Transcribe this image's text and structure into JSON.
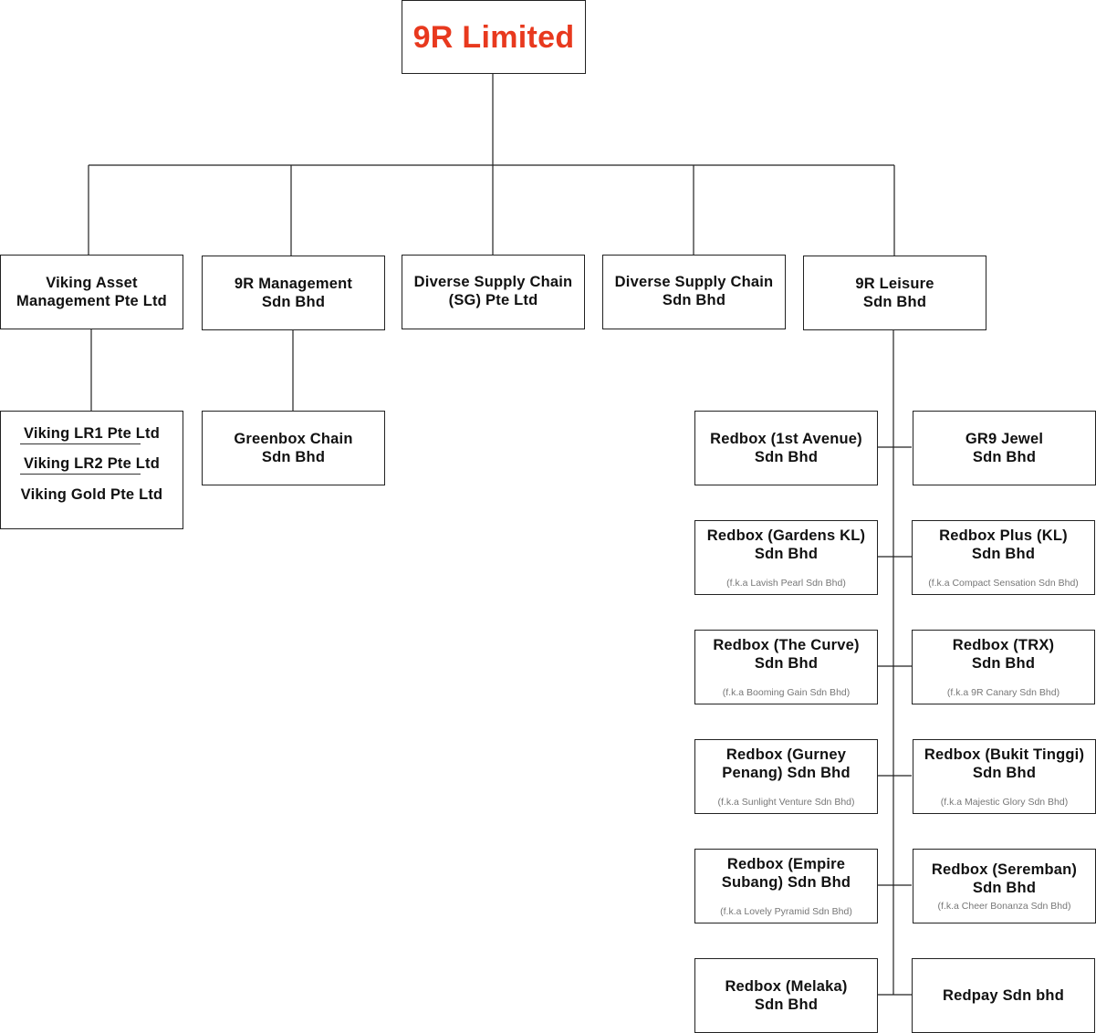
{
  "root": {
    "name": "9R Limited",
    "color": "#e8391e"
  },
  "level1": [
    {
      "line1": "Viking Asset",
      "line2": "Management Pte Ltd"
    },
    {
      "line1": "9R Management",
      "line2": "Sdn Bhd"
    },
    {
      "line1": "Diverse Supply Chain",
      "line2": "(SG) Pte Ltd"
    },
    {
      "line1": "Diverse Supply Chain",
      "line2": "Sdn Bhd"
    },
    {
      "line1": "9R Leisure",
      "line2": "Sdn Bhd"
    }
  ],
  "viking_subsidiaries": [
    "Viking LR1 Pte Ltd",
    "Viking LR2 Pte Ltd",
    "Viking Gold Pte Ltd"
  ],
  "greenbox": {
    "line1": "Greenbox Chain",
    "line2": "Sdn Bhd"
  },
  "leisure_left": [
    {
      "line1": "Redbox (1st Avenue)",
      "line2": "Sdn Bhd",
      "fka": ""
    },
    {
      "line1": "Redbox (Gardens KL)",
      "line2": "Sdn Bhd",
      "fka": "(f.k.a Lavish Pearl Sdn Bhd)"
    },
    {
      "line1": "Redbox (The Curve)",
      "line2": "Sdn Bhd",
      "fka": "(f.k.a Booming Gain Sdn Bhd)"
    },
    {
      "line1": "Redbox (Gurney",
      "line2": "Penang) Sdn Bhd",
      "fka": "(f.k.a Sunlight Venture Sdn Bhd)"
    },
    {
      "line1": "Redbox (Empire",
      "line2": "Subang) Sdn Bhd",
      "fka": "(f.k.a Lovely Pyramid Sdn Bhd)"
    },
    {
      "line1": "Redbox (Melaka)",
      "line2": "Sdn Bhd",
      "fka": ""
    }
  ],
  "leisure_right": [
    {
      "line1": "GR9 Jewel",
      "line2": "Sdn Bhd",
      "fka": ""
    },
    {
      "line1": "Redbox Plus (KL)",
      "line2": "Sdn Bhd",
      "fka": "(f.k.a Compact Sensation Sdn Bhd)"
    },
    {
      "line1": "Redbox (TRX)",
      "line2": "Sdn Bhd",
      "fka": "(f.k.a 9R Canary Sdn Bhd)"
    },
    {
      "line1": "Redbox (Bukit Tinggi)",
      "line2": "Sdn Bhd",
      "fka": "(f.k.a Majestic Glory Sdn Bhd)"
    },
    {
      "line1": "Redbox (Seremban)",
      "line2": "Sdn Bhd",
      "fka": "(f.k.a Cheer Bonanza Sdn Bhd)"
    },
    {
      "line1": "Redpay Sdn bhd",
      "line2": "",
      "fka": ""
    }
  ]
}
